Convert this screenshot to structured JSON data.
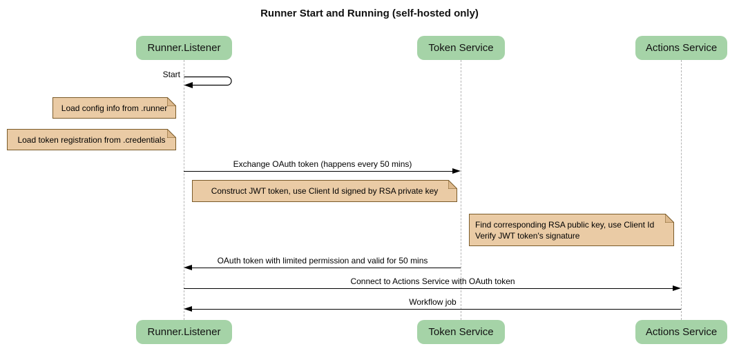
{
  "title": "Runner Start and Running (self-hosted only)",
  "colors": {
    "participant_fill": "#A5D3A7",
    "note_fill": "#EACBA5",
    "note_border": "#7A5A28",
    "note_fold": "#DDB98D",
    "lifeline": "#B3B3B3",
    "message_line": "#000000",
    "text": "#111111"
  },
  "participants": [
    {
      "name": "Runner.Listener"
    },
    {
      "name": "Token Service"
    },
    {
      "name": "Actions Service"
    }
  ],
  "messages": [
    {
      "label": "Start",
      "from": "Runner.Listener",
      "to": "Runner.Listener",
      "type": "self"
    },
    {
      "label": "Exchange OAuth token (happens every 50 mins)",
      "from": "Runner.Listener",
      "to": "Token Service",
      "type": "solid-arrow"
    },
    {
      "label": "OAuth token with limited permission and valid for 50 mins",
      "from": "Token Service",
      "to": "Runner.Listener",
      "type": "solid-arrow"
    },
    {
      "label": "Connect to Actions Service with OAuth token",
      "from": "Runner.Listener",
      "to": "Actions Service",
      "type": "solid-arrow"
    },
    {
      "label": "Workflow job",
      "from": "Actions Service",
      "to": "Runner.Listener",
      "type": "solid-arrow"
    }
  ],
  "notes": [
    {
      "text": "Load config info from .runner",
      "position": "left of Runner.Listener"
    },
    {
      "text": "Load token registration from .credentials",
      "position": "left of Runner.Listener"
    },
    {
      "text": "Construct JWT token, use Client Id signed by RSA private key",
      "position": "between Runner.Listener and Token Service"
    },
    {
      "lines": [
        "Find corresponding RSA public key, use Client Id",
        "Verify JWT token's signature"
      ],
      "position": "between Token Service and Actions Service"
    }
  ]
}
